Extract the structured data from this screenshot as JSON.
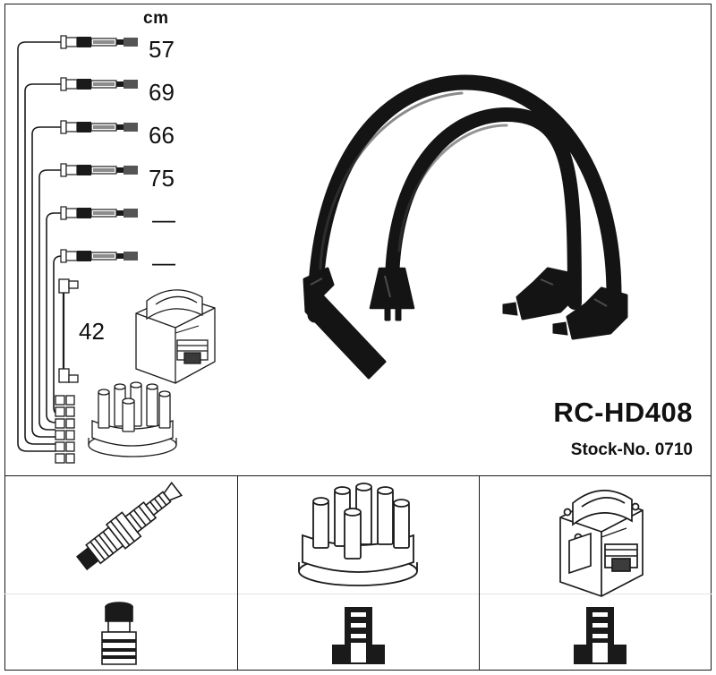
{
  "product": {
    "part_number": "RC-HD408",
    "stock_label": "Stock-No. 0710"
  },
  "measurements": {
    "unit_header": "cm",
    "rows": [
      {
        "index": 1,
        "value": "57"
      },
      {
        "index": 2,
        "value": "69"
      },
      {
        "index": 3,
        "value": "66"
      },
      {
        "index": 4,
        "value": "75"
      },
      {
        "index": 5,
        "value": "—"
      },
      {
        "index": 6,
        "value": "—"
      }
    ],
    "coil_lead": "42"
  },
  "legend_panels": [
    {
      "id": "spark-plug",
      "component": "spark-plug-connector",
      "terminal": "spark-plug-terminal-boot"
    },
    {
      "id": "distributor-cap",
      "component": "distributor-cap",
      "terminal": "distributor-terminal"
    },
    {
      "id": "ignition-coil",
      "component": "ignition-coil",
      "terminal": "coil-terminal"
    }
  ],
  "colors": {
    "cable": "#141414",
    "outline": "#1a1a1a",
    "background": "#ffffff",
    "divider": "#e2e2e2"
  }
}
